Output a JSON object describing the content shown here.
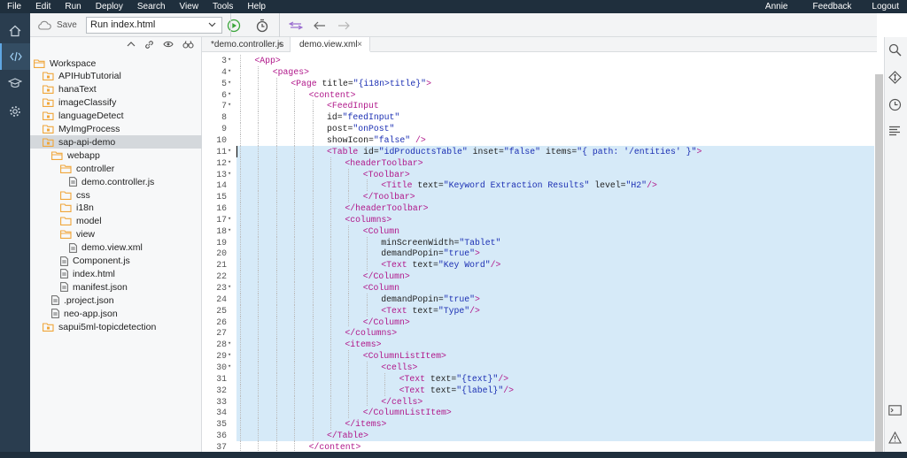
{
  "menu": [
    "File",
    "Edit",
    "Run",
    "Deploy",
    "Search",
    "View",
    "Tools",
    "Help"
  ],
  "user_menu": {
    "user": "Annie",
    "feedback": "Feedback",
    "logout": "Logout"
  },
  "toolbar": {
    "save_label": "Save",
    "run_config": "Run index.html"
  },
  "explorer": {
    "items": [
      {
        "label": "Workspace",
        "type": "folder",
        "level": 0
      },
      {
        "label": "APIHubTutorial",
        "type": "project",
        "level": 1
      },
      {
        "label": "hanaText",
        "type": "project",
        "level": 1
      },
      {
        "label": "imageClassify",
        "type": "project",
        "level": 1
      },
      {
        "label": "languageDetect",
        "type": "project",
        "level": 1
      },
      {
        "label": "MyImgProcess",
        "type": "project",
        "level": 1
      },
      {
        "label": "sap-api-demo",
        "type": "project",
        "level": 1,
        "selected": true
      },
      {
        "label": "webapp",
        "type": "folder",
        "level": 2
      },
      {
        "label": "controller",
        "type": "folder",
        "level": 3
      },
      {
        "label": "demo.controller.js",
        "type": "file",
        "level": 4
      },
      {
        "label": "css",
        "type": "folder-closed",
        "level": 3
      },
      {
        "label": "i18n",
        "type": "folder-closed",
        "level": 3
      },
      {
        "label": "model",
        "type": "folder-closed",
        "level": 3
      },
      {
        "label": "view",
        "type": "folder",
        "level": 3
      },
      {
        "label": "demo.view.xml",
        "type": "file",
        "level": 4
      },
      {
        "label": "Component.js",
        "type": "file",
        "level": 3
      },
      {
        "label": "index.html",
        "type": "file",
        "level": 3
      },
      {
        "label": "manifest.json",
        "type": "file",
        "level": 3
      },
      {
        "label": ".project.json",
        "type": "file",
        "level": 2
      },
      {
        "label": "neo-app.json",
        "type": "file",
        "level": 2
      },
      {
        "label": "sapui5ml-topicdetection",
        "type": "project",
        "level": 1
      }
    ]
  },
  "tabs": [
    {
      "label": "*demo.controller.js",
      "close": "×"
    },
    {
      "label": "demo.view.xml",
      "close": "×"
    }
  ],
  "code_lines": [
    {
      "n": "3",
      "fold": true,
      "indent": 1,
      "hl": false,
      "parts": [
        [
          "tag",
          "<App>"
        ]
      ]
    },
    {
      "n": "4",
      "fold": true,
      "indent": 2,
      "hl": false,
      "parts": [
        [
          "tag",
          "<pages>"
        ]
      ]
    },
    {
      "n": "5",
      "fold": true,
      "indent": 3,
      "hl": false,
      "parts": [
        [
          "tag",
          "<Page "
        ],
        [
          "attr",
          "title="
        ],
        [
          "val",
          "\"{i18n>title}\""
        ],
        [
          "tag",
          ">"
        ]
      ]
    },
    {
      "n": "6",
      "fold": true,
      "indent": 4,
      "hl": false,
      "parts": [
        [
          "tag",
          "<content>"
        ]
      ]
    },
    {
      "n": "7",
      "fold": true,
      "indent": 5,
      "hl": false,
      "parts": [
        [
          "tag",
          "<FeedInput"
        ]
      ]
    },
    {
      "n": "8",
      "fold": false,
      "indent": 5,
      "hl": false,
      "parts": [
        [
          "attr",
          "id="
        ],
        [
          "val",
          "\"feedInput\""
        ]
      ]
    },
    {
      "n": "9",
      "fold": false,
      "indent": 5,
      "hl": false,
      "parts": [
        [
          "attr",
          "post="
        ],
        [
          "val",
          "\"onPost\""
        ]
      ]
    },
    {
      "n": "10",
      "fold": false,
      "indent": 5,
      "hl": false,
      "parts": [
        [
          "attr",
          "showIcon="
        ],
        [
          "val",
          "\"false\""
        ],
        [
          "tag",
          " />"
        ]
      ]
    },
    {
      "n": "11",
      "fold": true,
      "indent": 5,
      "hl": true,
      "parts": [
        [
          "tag",
          "<Table "
        ],
        [
          "attr",
          "id="
        ],
        [
          "val",
          "\"idProductsTable\""
        ],
        [
          "attr",
          " inset="
        ],
        [
          "val",
          "\"false\""
        ],
        [
          "attr",
          " items="
        ],
        [
          "val",
          "\"{ path: '/entities' }\""
        ],
        [
          "tag",
          ">"
        ]
      ]
    },
    {
      "n": "12",
      "fold": true,
      "indent": 6,
      "hl": true,
      "parts": [
        [
          "tag",
          "<headerToolbar>"
        ]
      ]
    },
    {
      "n": "13",
      "fold": true,
      "indent": 7,
      "hl": true,
      "parts": [
        [
          "tag",
          "<Toolbar>"
        ]
      ]
    },
    {
      "n": "14",
      "fold": false,
      "indent": 8,
      "hl": true,
      "parts": [
        [
          "tag",
          "<Title "
        ],
        [
          "attr",
          "text="
        ],
        [
          "val",
          "\"Keyword Extraction Results\""
        ],
        [
          "attr",
          " level="
        ],
        [
          "val",
          "\"H2\""
        ],
        [
          "tag",
          "/>"
        ]
      ]
    },
    {
      "n": "15",
      "fold": false,
      "indent": 7,
      "hl": true,
      "parts": [
        [
          "tag",
          "</Toolbar>"
        ]
      ]
    },
    {
      "n": "16",
      "fold": false,
      "indent": 6,
      "hl": true,
      "parts": [
        [
          "tag",
          "</headerToolbar>"
        ]
      ]
    },
    {
      "n": "17",
      "fold": true,
      "indent": 6,
      "hl": true,
      "parts": [
        [
          "tag",
          "<columns>"
        ]
      ]
    },
    {
      "n": "18",
      "fold": true,
      "indent": 7,
      "hl": true,
      "parts": [
        [
          "tag",
          "<Column"
        ]
      ]
    },
    {
      "n": "19",
      "fold": false,
      "indent": 8,
      "hl": true,
      "parts": [
        [
          "attr",
          "minScreenWidth="
        ],
        [
          "val",
          "\"Tablet\""
        ]
      ]
    },
    {
      "n": "20",
      "fold": false,
      "indent": 8,
      "hl": true,
      "parts": [
        [
          "attr",
          "demandPopin="
        ],
        [
          "val",
          "\"true\""
        ],
        [
          "tag",
          ">"
        ]
      ]
    },
    {
      "n": "21",
      "fold": false,
      "indent": 8,
      "hl": true,
      "parts": [
        [
          "tag",
          "<Text "
        ],
        [
          "attr",
          "text="
        ],
        [
          "val",
          "\"Key Word\""
        ],
        [
          "tag",
          "/>"
        ]
      ]
    },
    {
      "n": "22",
      "fold": false,
      "indent": 7,
      "hl": true,
      "parts": [
        [
          "tag",
          "</Column>"
        ]
      ]
    },
    {
      "n": "23",
      "fold": true,
      "indent": 7,
      "hl": true,
      "parts": [
        [
          "tag",
          "<Column"
        ]
      ]
    },
    {
      "n": "24",
      "fold": false,
      "indent": 8,
      "hl": true,
      "parts": [
        [
          "attr",
          "demandPopin="
        ],
        [
          "val",
          "\"true\""
        ],
        [
          "tag",
          ">"
        ]
      ]
    },
    {
      "n": "25",
      "fold": false,
      "indent": 8,
      "hl": true,
      "parts": [
        [
          "tag",
          "<Text "
        ],
        [
          "attr",
          "text="
        ],
        [
          "val",
          "\"Type\""
        ],
        [
          "tag",
          "/>"
        ]
      ]
    },
    {
      "n": "26",
      "fold": false,
      "indent": 7,
      "hl": true,
      "parts": [
        [
          "tag",
          "</Column>"
        ]
      ]
    },
    {
      "n": "27",
      "fold": false,
      "indent": 6,
      "hl": true,
      "parts": [
        [
          "tag",
          "</columns>"
        ]
      ]
    },
    {
      "n": "28",
      "fold": true,
      "indent": 6,
      "hl": true,
      "parts": [
        [
          "tag",
          "<items>"
        ]
      ]
    },
    {
      "n": "29",
      "fold": true,
      "indent": 7,
      "hl": true,
      "parts": [
        [
          "tag",
          "<ColumnListItem>"
        ]
      ]
    },
    {
      "n": "30",
      "fold": true,
      "indent": 8,
      "hl": true,
      "parts": [
        [
          "tag",
          "<cells>"
        ]
      ]
    },
    {
      "n": "31",
      "fold": false,
      "indent": 9,
      "hl": true,
      "parts": [
        [
          "tag",
          "<Text "
        ],
        [
          "attr",
          "text="
        ],
        [
          "val",
          "\"{text}\""
        ],
        [
          "tag",
          "/>"
        ]
      ]
    },
    {
      "n": "32",
      "fold": false,
      "indent": 9,
      "hl": true,
      "parts": [
        [
          "tag",
          "<Text "
        ],
        [
          "attr",
          "text="
        ],
        [
          "val",
          "\"{label}\""
        ],
        [
          "tag",
          "/>"
        ]
      ]
    },
    {
      "n": "33",
      "fold": false,
      "indent": 8,
      "hl": true,
      "parts": [
        [
          "tag",
          "</cells>"
        ]
      ]
    },
    {
      "n": "34",
      "fold": false,
      "indent": 7,
      "hl": true,
      "parts": [
        [
          "tag",
          "</ColumnListItem>"
        ]
      ]
    },
    {
      "n": "35",
      "fold": false,
      "indent": 6,
      "hl": true,
      "parts": [
        [
          "tag",
          "</items>"
        ]
      ]
    },
    {
      "n": "36",
      "fold": false,
      "indent": 5,
      "hl": true,
      "parts": [
        [
          "tag",
          "</Table>"
        ]
      ]
    },
    {
      "n": "37",
      "fold": false,
      "indent": 4,
      "hl": false,
      "parts": [
        [
          "tag",
          "</content>"
        ]
      ]
    }
  ],
  "colors": {
    "menubar": "#1f2f3d",
    "rail": "#2a3d4f",
    "selection": "#d6eaf8",
    "tag": "#b0178a",
    "value": "#1b2fb3",
    "folder": "#f0a63a"
  }
}
